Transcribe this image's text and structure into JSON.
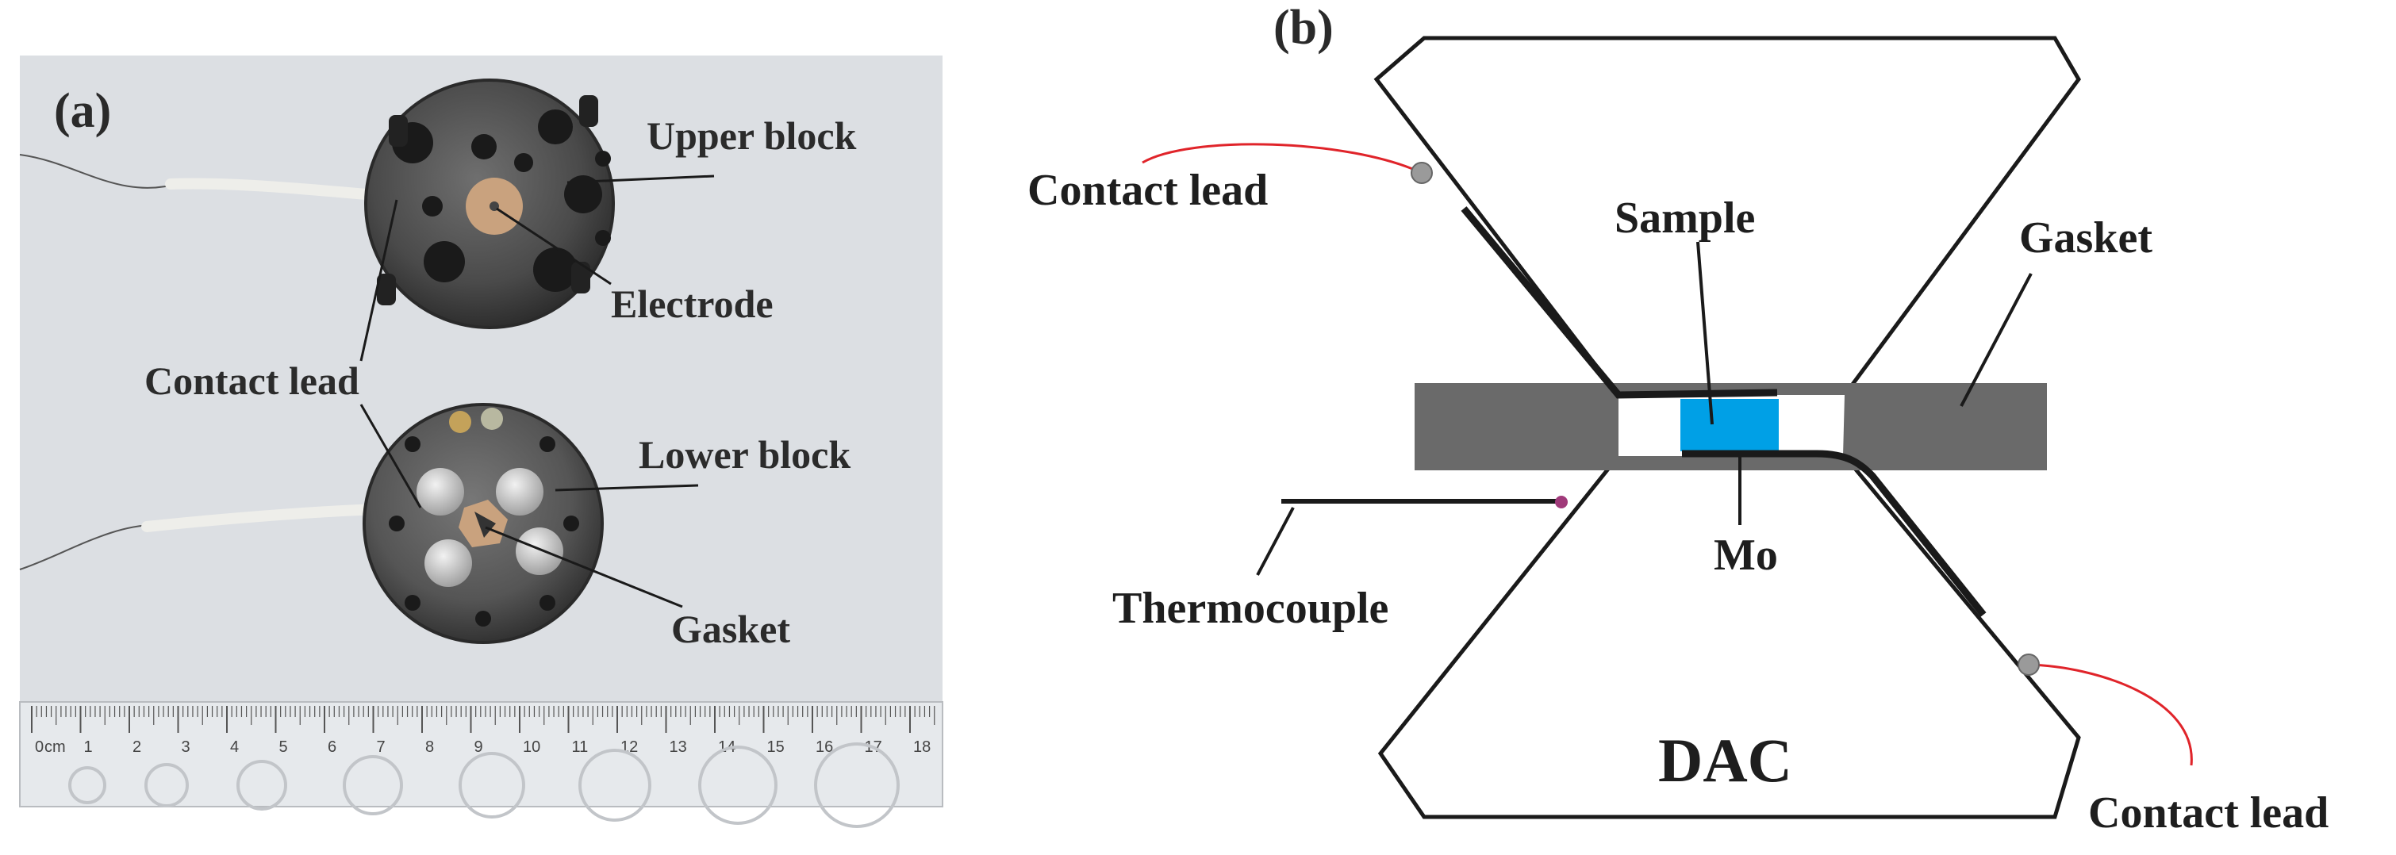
{
  "panel_a": {
    "tag": "(a)",
    "labels": {
      "upper_block": "Upper block",
      "electrode": "Electrode",
      "contact_lead": "Contact lead",
      "lower_block": "Lower block",
      "gasket": "Gasket"
    },
    "ruler": {
      "unit": "cm",
      "ticks": [
        "0",
        "1",
        "2",
        "3",
        "4",
        "5",
        "6",
        "7",
        "8",
        "9",
        "10",
        "11",
        "12",
        "13",
        "14",
        "15",
        "16",
        "17",
        "18"
      ]
    }
  },
  "panel_b": {
    "tag": "(b)",
    "labels": {
      "contact_lead_top": "Contact lead",
      "sample": "Sample",
      "gasket": "Gasket",
      "thermocouple": "Thermocouple",
      "mo": "Mo",
      "dac": "DAC",
      "contact_lead_bottom": "Contact lead"
    },
    "colors": {
      "gasket": "#6a6a6a",
      "sample": "#00a0e6",
      "contact_wire": "#e0242a",
      "thermocouple_junction": "#a03a7a",
      "contact_node": "#9a9a9a"
    }
  }
}
